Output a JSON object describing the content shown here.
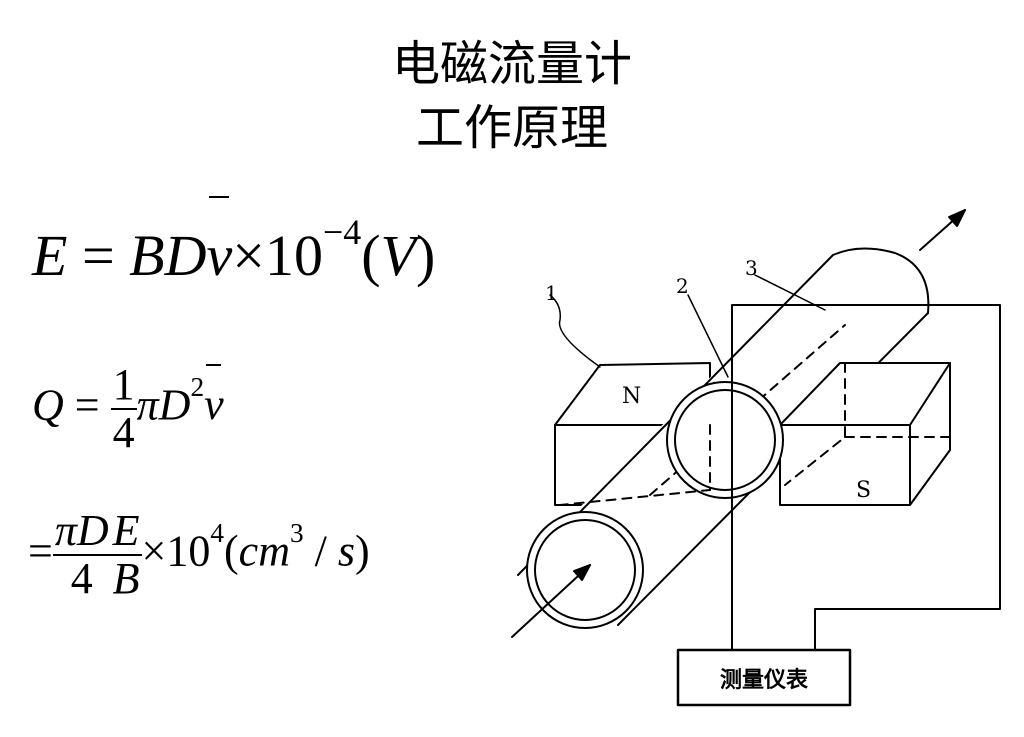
{
  "title": {
    "line1": "电磁流量计",
    "line2": "工作原理"
  },
  "formulas": {
    "eq1": {
      "lhs": "E",
      "eq": "=",
      "b": "B",
      "d": "D",
      "v": "v",
      "times": "×10",
      "exp": "−4",
      "unit_open": "(",
      "unit": "V",
      "unit_close": ")"
    },
    "eq2": {
      "lhs": "Q",
      "eq": "=",
      "num": "1",
      "den": "4",
      "pi": "π",
      "d": "D",
      "exp": "2",
      "v": "v"
    },
    "eq3": {
      "eq": "=",
      "num1": "πD",
      "den1": "4",
      "num2": "E",
      "den2": "B",
      "times": "×10",
      "exp": "4",
      "unit_open": "(",
      "cm": "cm",
      "exp2": "3",
      "slash": " / ",
      "s": "s",
      "unit_close": ")"
    }
  },
  "diagram": {
    "labels": {
      "one": "1",
      "two": "2",
      "three": "3",
      "north": "N",
      "south": "S",
      "meter": "测量仪表"
    }
  }
}
